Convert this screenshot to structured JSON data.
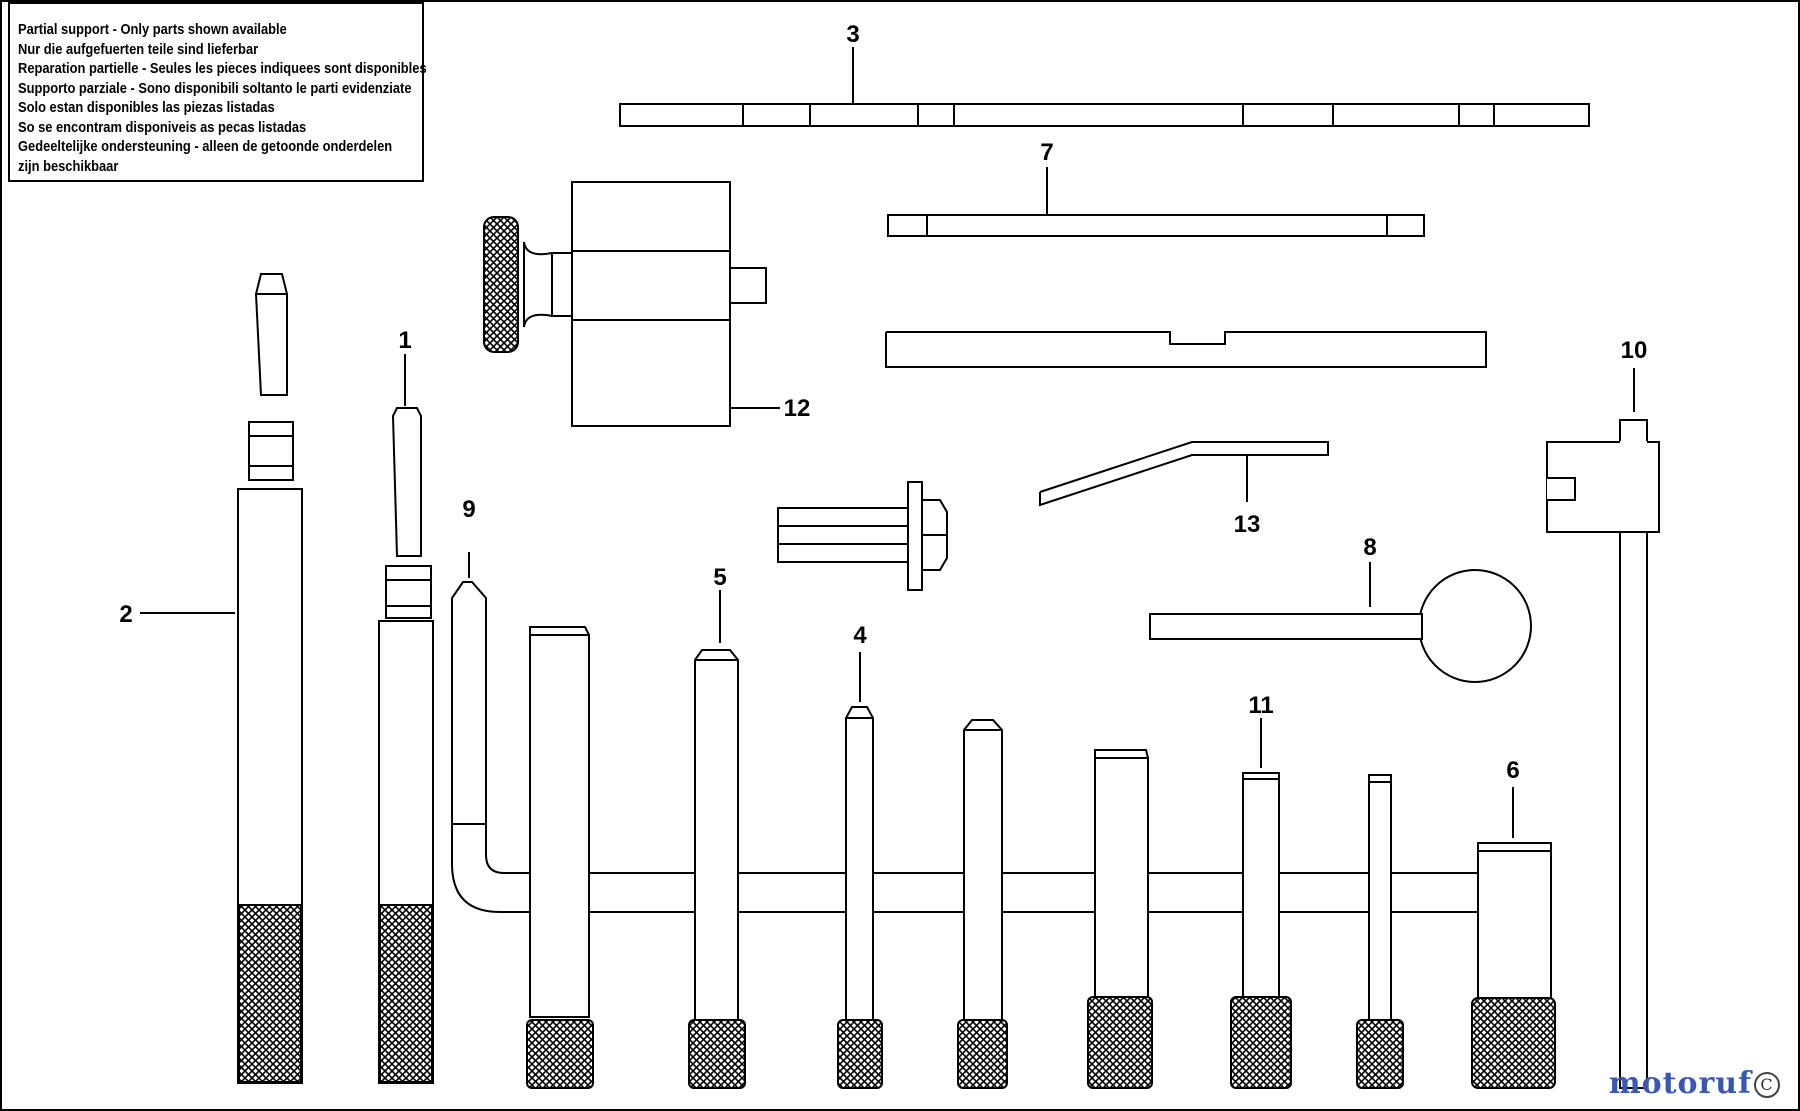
{
  "notice": {
    "lines": [
      "Partial support - Only parts shown available",
      "Nur die aufgefuerten teile sind lieferbar",
      "Reparation partielle - Seules les pieces indiquees sont disponibles",
      "Supporto parziale - Sono disponibili soltanto le parti evidenziate",
      "Solo estan disponibles las piezas listadas",
      "So se encontram disponiveis as pecas listadas",
      "Gedeeltelijke ondersteuning - alleen de getoonde onderdelen",
      "zijn beschikbaar"
    ]
  },
  "callouts": {
    "c1": "1",
    "c2": "2",
    "c3": "3",
    "c4": "4",
    "c5": "5",
    "c6": "6",
    "c7": "7",
    "c8": "8",
    "c9": "9",
    "c10": "10",
    "c11": "11",
    "c12": "12",
    "c13": "13"
  },
  "watermark": {
    "text": "motoruf",
    "badge": "C"
  }
}
